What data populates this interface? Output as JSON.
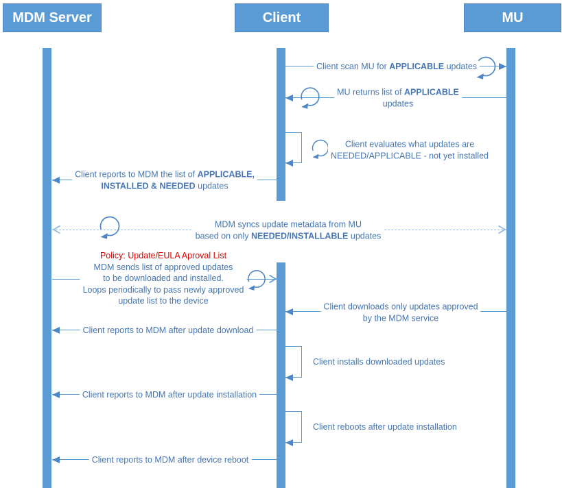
{
  "actors": [
    {
      "id": "mdm-server",
      "name": "MDM Server"
    },
    {
      "id": "client",
      "name": "Client"
    },
    {
      "id": "mu",
      "name": "MU"
    }
  ],
  "colors": {
    "actor_fill": "#5B9BD5",
    "lifeline_fill": "#5B9BD5",
    "line_blue": "#5B9BD5",
    "arrowhead_blue": "#4E86C6",
    "dashed_line_blue": "#8FB8E2",
    "label_text_blue": "#4676B4",
    "policy_red": "#E00000",
    "actor_text": "#FFFFFF",
    "background": "#FFFFFF"
  },
  "messages": [
    {
      "id": "scan",
      "from": "Client",
      "to": "MU",
      "arrow": "filled-solid",
      "loop_icon": true,
      "lines": [
        [
          {
            "t": "Client scan MU for "
          },
          {
            "t": "APPLICABLE",
            "b": true
          },
          {
            "t": " updates"
          }
        ]
      ]
    },
    {
      "id": "return",
      "from": "MU",
      "to": "Client",
      "arrow": "filled-solid",
      "loop_icon": true,
      "lines": [
        [
          {
            "t": "MU returns list of "
          },
          {
            "t": "APPLICABLE",
            "b": true
          }
        ],
        [
          {
            "t": "updates"
          }
        ]
      ]
    },
    {
      "id": "evaluate",
      "from": "Client",
      "to": "Client",
      "arrow": "self-message",
      "loop_icon": true,
      "lines": [
        [
          {
            "t": "Client evaluates what updates are"
          }
        ],
        [
          {
            "t": "NEEDED/APPLICABLE - not yet installed"
          }
        ]
      ]
    },
    {
      "id": "report-list",
      "from": "Client",
      "to": "MDM Server",
      "arrow": "filled-solid",
      "loop_icon": false,
      "lines": [
        [
          {
            "t": "Client reports to MDM the list of "
          },
          {
            "t": "APPLICABLE,",
            "b": true
          }
        ],
        [
          {
            "t": "INSTALLED & NEEDED",
            "b": true
          },
          {
            "t": " updates"
          }
        ]
      ]
    },
    {
      "id": "sync",
      "from": "MDM Server",
      "to": "MU",
      "arrow": "open-dashed-bidirectional",
      "loop_icon": true,
      "lines": [
        [
          {
            "t": "MDM syncs update metadata from MU"
          }
        ],
        [
          {
            "t": "based on only "
          },
          {
            "t": "NEEDED/INSTALLABLE",
            "b": true
          },
          {
            "t": " updates"
          }
        ]
      ]
    },
    {
      "id": "policy",
      "from": "MDM Server",
      "to": "Client",
      "arrow": "open-solid",
      "loop_icon": true,
      "lines": [
        [
          {
            "t": "Policy: Update/EULA Aproval List",
            "r": true
          }
        ],
        [
          {
            "t": "MDM sends list of approved updates"
          }
        ],
        [
          {
            "t": "to be downloaded and installed."
          }
        ],
        [
          {
            "t": "Loops periodically to pass newly approved"
          }
        ],
        [
          {
            "t": "update list to the device"
          }
        ]
      ]
    },
    {
      "id": "download",
      "from": "MU",
      "to": "Client",
      "arrow": "filled-solid",
      "loop_icon": false,
      "lines": [
        [
          {
            "t": "Client downloads only updates approved"
          }
        ],
        [
          {
            "t": "by the MDM service"
          }
        ]
      ]
    },
    {
      "id": "report-download",
      "from": "Client",
      "to": "MDM Server",
      "arrow": "filled-solid",
      "loop_icon": false,
      "lines": [
        [
          {
            "t": "Client reports to MDM after update download"
          }
        ]
      ]
    },
    {
      "id": "install",
      "from": "Client",
      "to": "Client",
      "arrow": "self-message",
      "loop_icon": false,
      "lines": [
        [
          {
            "t": "Client installs downloaded updates"
          }
        ]
      ]
    },
    {
      "id": "report-install",
      "from": "Client",
      "to": "MDM Server",
      "arrow": "filled-solid",
      "loop_icon": false,
      "lines": [
        [
          {
            "t": "Client reports to MDM after update installation"
          }
        ]
      ]
    },
    {
      "id": "reboot",
      "from": "Client",
      "to": "Client",
      "arrow": "self-message",
      "loop_icon": false,
      "lines": [
        [
          {
            "t": "Client reboots after update installation"
          }
        ]
      ]
    },
    {
      "id": "report-reboot",
      "from": "Client",
      "to": "MDM Server",
      "arrow": "filled-solid",
      "loop_icon": false,
      "lines": [
        [
          {
            "t": "Client reports to MDM after device reboot"
          }
        ]
      ]
    }
  ]
}
